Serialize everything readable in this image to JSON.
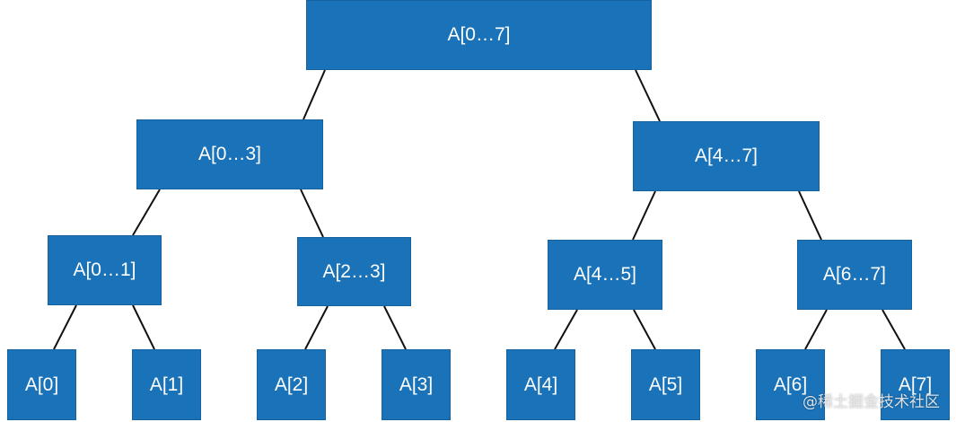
{
  "tree": {
    "root": {
      "label": "A[0…7]"
    },
    "level1": [
      {
        "label": "A[0…3]"
      },
      {
        "label": "A[4…7]"
      }
    ],
    "level2": [
      {
        "label": "A[0…1]"
      },
      {
        "label": "A[2…3]"
      },
      {
        "label": "A[4…5]"
      },
      {
        "label": "A[6…7]"
      }
    ],
    "leaves": [
      {
        "label": "A[0]"
      },
      {
        "label": "A[1]"
      },
      {
        "label": "A[2]"
      },
      {
        "label": "A[3]"
      },
      {
        "label": "A[4]"
      },
      {
        "label": "A[5]"
      },
      {
        "label": "A[6]"
      },
      {
        "label": "A[7]"
      }
    ]
  },
  "watermark": "@稀土掘金技术社区",
  "colors": {
    "node_fill": "#1a72b8",
    "node_text": "#ffffff",
    "edge": "#111111"
  }
}
